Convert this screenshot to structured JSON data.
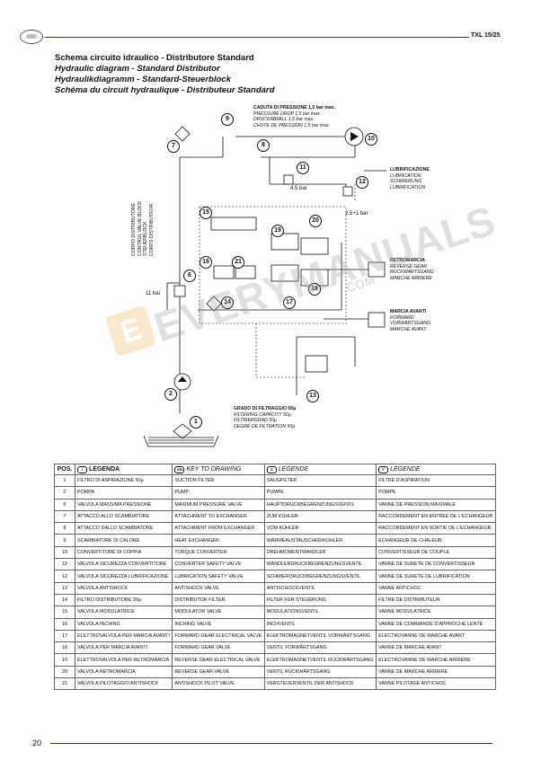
{
  "header": {
    "doc_code": "TXL 15/25",
    "titles": [
      "Schema circuito idraulico - Distributore Standard",
      "Hydraulic diagram - Standard Distributor",
      "Hydraulikdiagramm - Standard-Steuerblock",
      "Schéma du circuit hydraulique - Distributeur Standard"
    ]
  },
  "diagram": {
    "pressure_drop": [
      "CADUTA DI PRESSIONE 1,5 bar max.",
      "PRESSURE DROP 1,5 bar max.",
      "DRUCKABFALL 1,5 bar max.",
      "CHUTE DE PRESSION 1,5 bar max."
    ],
    "lubrication": [
      "LUBRIFICAZIONE",
      "LUBRICATION",
      "SCHMIERUNG",
      "LUBRIFICATION"
    ],
    "reverse": [
      "RETROMARCIA",
      "REVERSE GEAR",
      "RÜCKWÄRTSGANG",
      "MARCHE ARRIERE"
    ],
    "forward": [
      "MARCIA AVANTI",
      "FORWARD",
      "VORWÄRTSGANG",
      "MARCHE AVANT"
    ],
    "filtering": [
      "GRADO DI FILTRAGGIO 50µ",
      "FILTERING CAPACITY 50µ",
      "FILTRIERGRAD 50µ",
      "DEGRÉ DE FILTRATION 50µ"
    ],
    "valve_block": [
      "CORPO DISTRIBUTORE",
      "CONTROL VALVE BLOCK",
      "STEUERBLOCK",
      "CORPS DISTRIBUTEUR"
    ],
    "pressure_labels": [
      "4.5 bar",
      "2.5+1 bar",
      "11 bar"
    ],
    "component_numbers": [
      "9",
      "7",
      "8",
      "10",
      "11",
      "12",
      "15",
      "20",
      "19",
      "6",
      "16",
      "21",
      "18",
      "17",
      "14",
      "2",
      "13",
      "1"
    ]
  },
  "watermark": {
    "text": "EVERYMANUALS",
    "sub": ".COM"
  },
  "legend": {
    "headers": {
      "pos": "POS.",
      "it": "LEGENDA",
      "gb": "KEY TO DRAWING",
      "d": "LEGENDE",
      "f": "LEGENDE",
      "flag_it": "I",
      "flag_gb": "GB",
      "flag_d": "D",
      "flag_f": "F"
    },
    "rows": [
      {
        "pos": "1",
        "it": "FILTRO DI ASPIRAZIONE 50µ",
        "gb": "SUCTION FILTER",
        "d": "SAUGFILTER",
        "f": "FILTRE D'ASPIRATION"
      },
      {
        "pos": "2",
        "it": "POMPA",
        "gb": "PUMP",
        "d": "PUMPE",
        "f": "POMPE"
      },
      {
        "pos": "6",
        "it": "VALVOLA MASSIMA PRESSIONE",
        "gb": "MAXIMUM PRESSURE VALVE",
        "d": "HAUPTDRUCKBEGRENZUNGSVENTIL",
        "f": "VANNE DE PRESSION MAXIMALE"
      },
      {
        "pos": "7",
        "it": "ATTACCO ALLO SCAMBIATORE",
        "gb": "ATTACHMENT TO EXCHANGER",
        "d": "ZUM KÜHLER",
        "f": "RACCORDEMENT EN ENTREE DE L'ECHANGEUR"
      },
      {
        "pos": "8",
        "it": "ATTACCO DALLO SCAMBIATORE",
        "gb": "ATTACHMENT FROM EXCHANGER",
        "d": "VOM KÜHLER",
        "f": "RACCORDEMENT EN SORTIE DE L'ECHANGEUR"
      },
      {
        "pos": "9",
        "it": "SCAMBIATORE DI CALORE",
        "gb": "HEAT EXCHANGER",
        "d": "WÄRMEAUSTAUSCHER/KÜHLER",
        "f": "ECHANGEUR DE CHALEUR"
      },
      {
        "pos": "10",
        "it": "CONVERTITORE DI COPPIA",
        "gb": "TORQUE CONVERTER",
        "d": "DREHMOMENTWANDLER",
        "f": "CONVERTISSEUR DE COUPLE"
      },
      {
        "pos": "11",
        "it": "VALVOLA SICUREZZA CONVERTITORE",
        "gb": "CONVERTER SAFETY VALVE",
        "d": "WANDLERDRUCKBEGRENZUNGSVENTIL",
        "f": "VANNE DE SURETE DE CONVERTISSEUR"
      },
      {
        "pos": "12",
        "it": "VALVOLA SICUREZZA LUBRIFICAZIONE",
        "gb": "LUBRICATION SAFETY VALVE",
        "d": "SCHMIERDRUCKBEGRENZUNGSVENTIL",
        "f": "VANNE DE SURETE DE LUBRIFICATION"
      },
      {
        "pos": "13",
        "it": "VALVOLA ANTISHOCK",
        "gb": "ANTISHOCK VALVE",
        "d": "ANTISCHOCKVENTIL",
        "f": "VANNE ANTICHOC"
      },
      {
        "pos": "14",
        "it": "FILTRO DISTRIBUTORE 30µ",
        "gb": "DISTRIBUTOR FILTER",
        "d": "FILTER FÜR STEUERUNG",
        "f": "FILTRE DE DISTRIBUTEUR"
      },
      {
        "pos": "15",
        "it": "VALVOLA MODULATRICE",
        "gb": "MODULATOR VALVE",
        "d": "MODULATIONSVENTIL",
        "f": "VANNE MODULATRICE"
      },
      {
        "pos": "16",
        "it": "VALVOLA INCHING",
        "gb": "INCHING VALVE",
        "d": "INCHVENTIL",
        "f": "VANNE DE COMMANDE D'APPROCHE LENTE"
      },
      {
        "pos": "17",
        "it": "ELETTROVALVOLA PER MARCIA AVANTI",
        "gb": "FORWARD GEAR ELECTRICAL VALVE",
        "d": "ELEKTROMAGNETVENTIL VORWÄRTSGANG",
        "f": "ELECTROVANNE DE MARCHE AVANT"
      },
      {
        "pos": "18",
        "it": "VALVOLA PER MARCIA AVANTI",
        "gb": "FORWARD GEAR VALVE",
        "d": "VENTIL VORWÄRTSGANG",
        "f": "VANNE DE MARCHE AVANT"
      },
      {
        "pos": "19",
        "it": "ELETTROVALVOLA PER RETROMARCIA",
        "gb": "REVERSE GEAR ELECTRICAL VALVE",
        "d": "ELEKTROMAGNETVENTIL RÜCKWÄRTSGANG",
        "f": "ELECTROVANNE DE MARCHE ARRIERE"
      },
      {
        "pos": "20",
        "it": "VALVOLA RETROMARCIA",
        "gb": "REVERSE GEAR VALVE",
        "d": "VENTIL RÜCKWÄRTSGANG",
        "f": "VANNE DE MARCHE ARRIERE"
      },
      {
        "pos": "21",
        "it": "VALVOLA PILOTAGGIO ANTISHOCK",
        "gb": "ANTISHOCK PILOT VALVE",
        "d": "VERSTEUERVENTIL DER ANTISHOCK",
        "f": "VANNE PILOTAGE ANTICHOC"
      }
    ]
  },
  "footer": {
    "page_number": "20"
  }
}
